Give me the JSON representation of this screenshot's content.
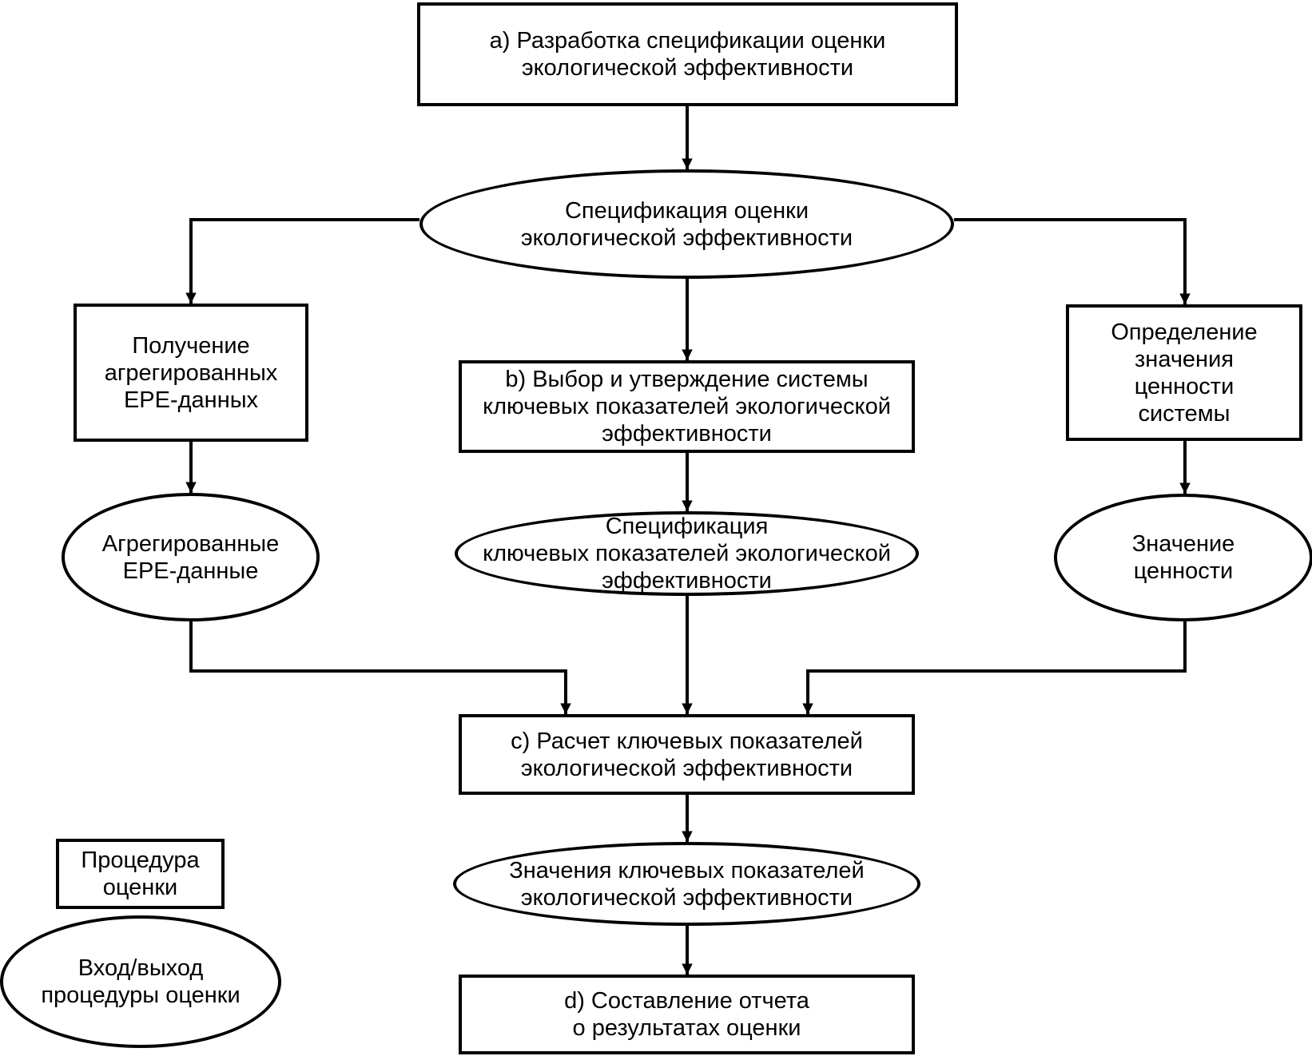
{
  "colors": {
    "stroke": "#000000",
    "background": "#ffffff"
  },
  "nodes": {
    "a": {
      "shape": "rect",
      "label": "а) Разработка спецификации оценки\nэкологической эффективности"
    },
    "spec": {
      "shape": "ellipse",
      "label": "Спецификация оценки\nэкологической эффективности"
    },
    "epe_get": {
      "shape": "rect",
      "label": "Получение\nагрегированных\nЕРЕ-данных"
    },
    "b": {
      "shape": "rect",
      "label": "b) Выбор и утверждение системы\nключевых показателей экологической\nэффективности"
    },
    "value_def": {
      "shape": "rect",
      "label": "Определение\nзначения\nценности\nсистемы"
    },
    "epe_data": {
      "shape": "ellipse",
      "label": "Агрегированные\nЕРЕ-данные"
    },
    "kpi_spec": {
      "shape": "ellipse",
      "label": "Спецификация\nключевых показателей экологической\nэффективности"
    },
    "value": {
      "shape": "ellipse",
      "label": "Значение\nценности"
    },
    "c": {
      "shape": "rect",
      "label": "с) Расчет ключевых показателей\nэкологической эффективности"
    },
    "kpi_values": {
      "shape": "ellipse",
      "label": "Значения ключевых показателей\nэкологической эффективности"
    },
    "d": {
      "shape": "rect",
      "label": "d) Составление отчета\nо результатах оценки"
    }
  },
  "legend": {
    "procedure": {
      "shape": "rect",
      "label": "Процедура\nоценки"
    },
    "io": {
      "shape": "ellipse",
      "label": "Вход/выход\nпроцедуры оценки"
    }
  },
  "edges": [
    {
      "from": "a",
      "to": "spec"
    },
    {
      "from": "spec",
      "to": "epe_get"
    },
    {
      "from": "spec",
      "to": "b"
    },
    {
      "from": "spec",
      "to": "value_def"
    },
    {
      "from": "epe_get",
      "to": "epe_data"
    },
    {
      "from": "b",
      "to": "kpi_spec"
    },
    {
      "from": "value_def",
      "to": "value"
    },
    {
      "from": "epe_data",
      "to": "c"
    },
    {
      "from": "kpi_spec",
      "to": "c"
    },
    {
      "from": "value",
      "to": "c"
    },
    {
      "from": "c",
      "to": "kpi_values"
    },
    {
      "from": "kpi_values",
      "to": "d"
    }
  ]
}
